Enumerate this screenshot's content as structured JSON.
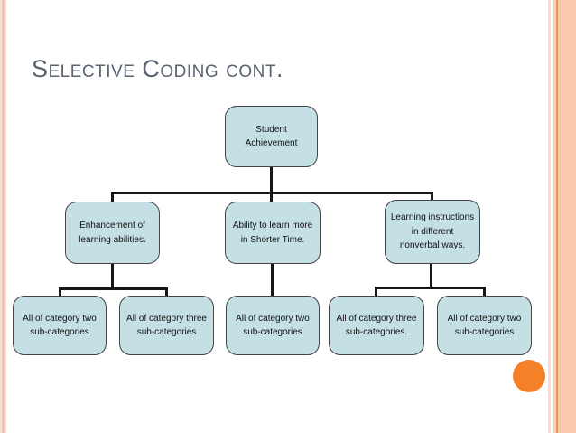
{
  "slide": {
    "title": "Selective Coding cont."
  },
  "diagram": {
    "type": "tree",
    "levels": 3,
    "nodes": {
      "root": {
        "label": "Student\nAchievement"
      },
      "child1": {
        "label": "Enhancement of\nlearning abilities."
      },
      "child2": {
        "label": "Ability to learn more\nin Shorter Time."
      },
      "child3": {
        "label": "Learning instructions\nin different\nnonverbal ways."
      },
      "leaf1": {
        "label": "All of category two\nsub-categories"
      },
      "leaf2": {
        "label": "All of category three\nsub-categories"
      },
      "leaf3": {
        "label": "All of category two\nsub-categories"
      },
      "leaf4": {
        "label": "All of category three\nsub-categories."
      },
      "leaf5": {
        "label": "All of category two\nsub-categories"
      }
    },
    "edges": [
      [
        "root",
        "child1"
      ],
      [
        "root",
        "child2"
      ],
      [
        "root",
        "child3"
      ],
      [
        "child1",
        "leaf1"
      ],
      [
        "child1",
        "leaf2"
      ],
      [
        "child2",
        "leaf3"
      ],
      [
        "child3",
        "leaf4"
      ],
      [
        "child3",
        "leaf5"
      ]
    ]
  },
  "theme": {
    "colors": {
      "node_fill": "#c4e0e5",
      "node_border": "#454548",
      "connector": "#161616",
      "title_color": "#5a6372",
      "accent_circle": "#f5802a",
      "stripe_pink_light": "#f6ddd4",
      "stripe_pink_medium": "#ecc7b6",
      "band_peach": "#fac8ad",
      "band_orange_line": "#e8985f"
    }
  }
}
